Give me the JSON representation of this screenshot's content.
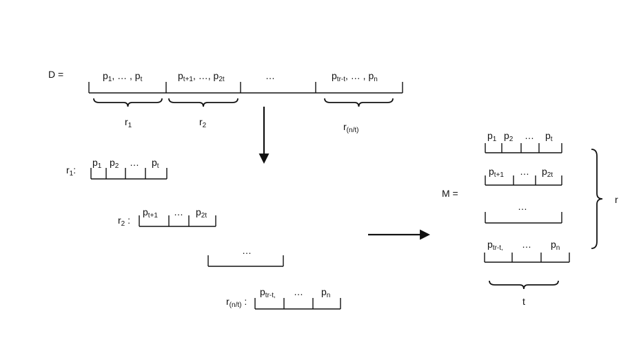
{
  "d_label": "D =",
  "m_label": "M =",
  "top_segments": [
    {
      "base": "p",
      "parts": [
        [
          "1",
          ",  … , p"
        ],
        [
          "t",
          ""
        ]
      ]
    },
    {
      "base": "p",
      "parts": [
        [
          "t+1",
          ", …, p"
        ],
        [
          "2t",
          ""
        ]
      ]
    },
    {
      "plain": "…"
    },
    {
      "base": "p",
      "parts": [
        [
          "tr-t",
          ", … , p"
        ],
        [
          "n",
          ""
        ]
      ]
    }
  ],
  "brace_labels": [
    {
      "base": "r",
      "sub": "1"
    },
    {
      "base": "r",
      "sub": "2"
    },
    {
      "base": "r",
      "sub": "(n/t)"
    }
  ],
  "left_rows": [
    {
      "label_base": "r",
      "label_sub": "1",
      "label_suffix": ":",
      "cells": [
        {
          "b": "p",
          "s": "1"
        },
        {
          "b": "p",
          "s": "2"
        },
        {
          "plain": "…"
        },
        {
          "b": "p",
          "s": "t"
        }
      ]
    },
    {
      "label_base": "r",
      "label_sub": "2",
      "label_suffix": " :",
      "cells": [
        {
          "b": "p",
          "s": "t+1"
        },
        {
          "plain": "…"
        },
        {
          "b": "p",
          "s": "2t"
        }
      ]
    },
    {
      "label_base": "",
      "label_sub": "",
      "label_suffix": "",
      "cells": [
        {
          "plain": "…"
        }
      ]
    },
    {
      "label_base": "r",
      "label_sub": "(n/t)",
      "label_suffix": " :",
      "cells": [
        {
          "b": "p",
          "s": "tr-t,"
        },
        {
          "plain": "…"
        },
        {
          "b": "p",
          "s": "n"
        }
      ]
    }
  ],
  "m_rows": [
    {
      "cells": [
        {
          "b": "p",
          "s": "1"
        },
        {
          "b": "p",
          "s": "2"
        },
        {
          "plain": "…"
        },
        {
          "b": "p",
          "s": "t"
        }
      ]
    },
    {
      "cells": [
        {
          "b": "p",
          "s": "t+1"
        },
        {
          "plain": "…"
        },
        {
          "b": "p",
          "s": "2t"
        }
      ]
    },
    {
      "cells": [
        {
          "plain": "…"
        }
      ]
    },
    {
      "cells": [
        {
          "b": "p",
          "s": "tr-t,"
        },
        {
          "plain": "…"
        },
        {
          "b": "p",
          "s": "n"
        }
      ]
    }
  ],
  "m_bottom_label": "t",
  "m_side_label": "r"
}
